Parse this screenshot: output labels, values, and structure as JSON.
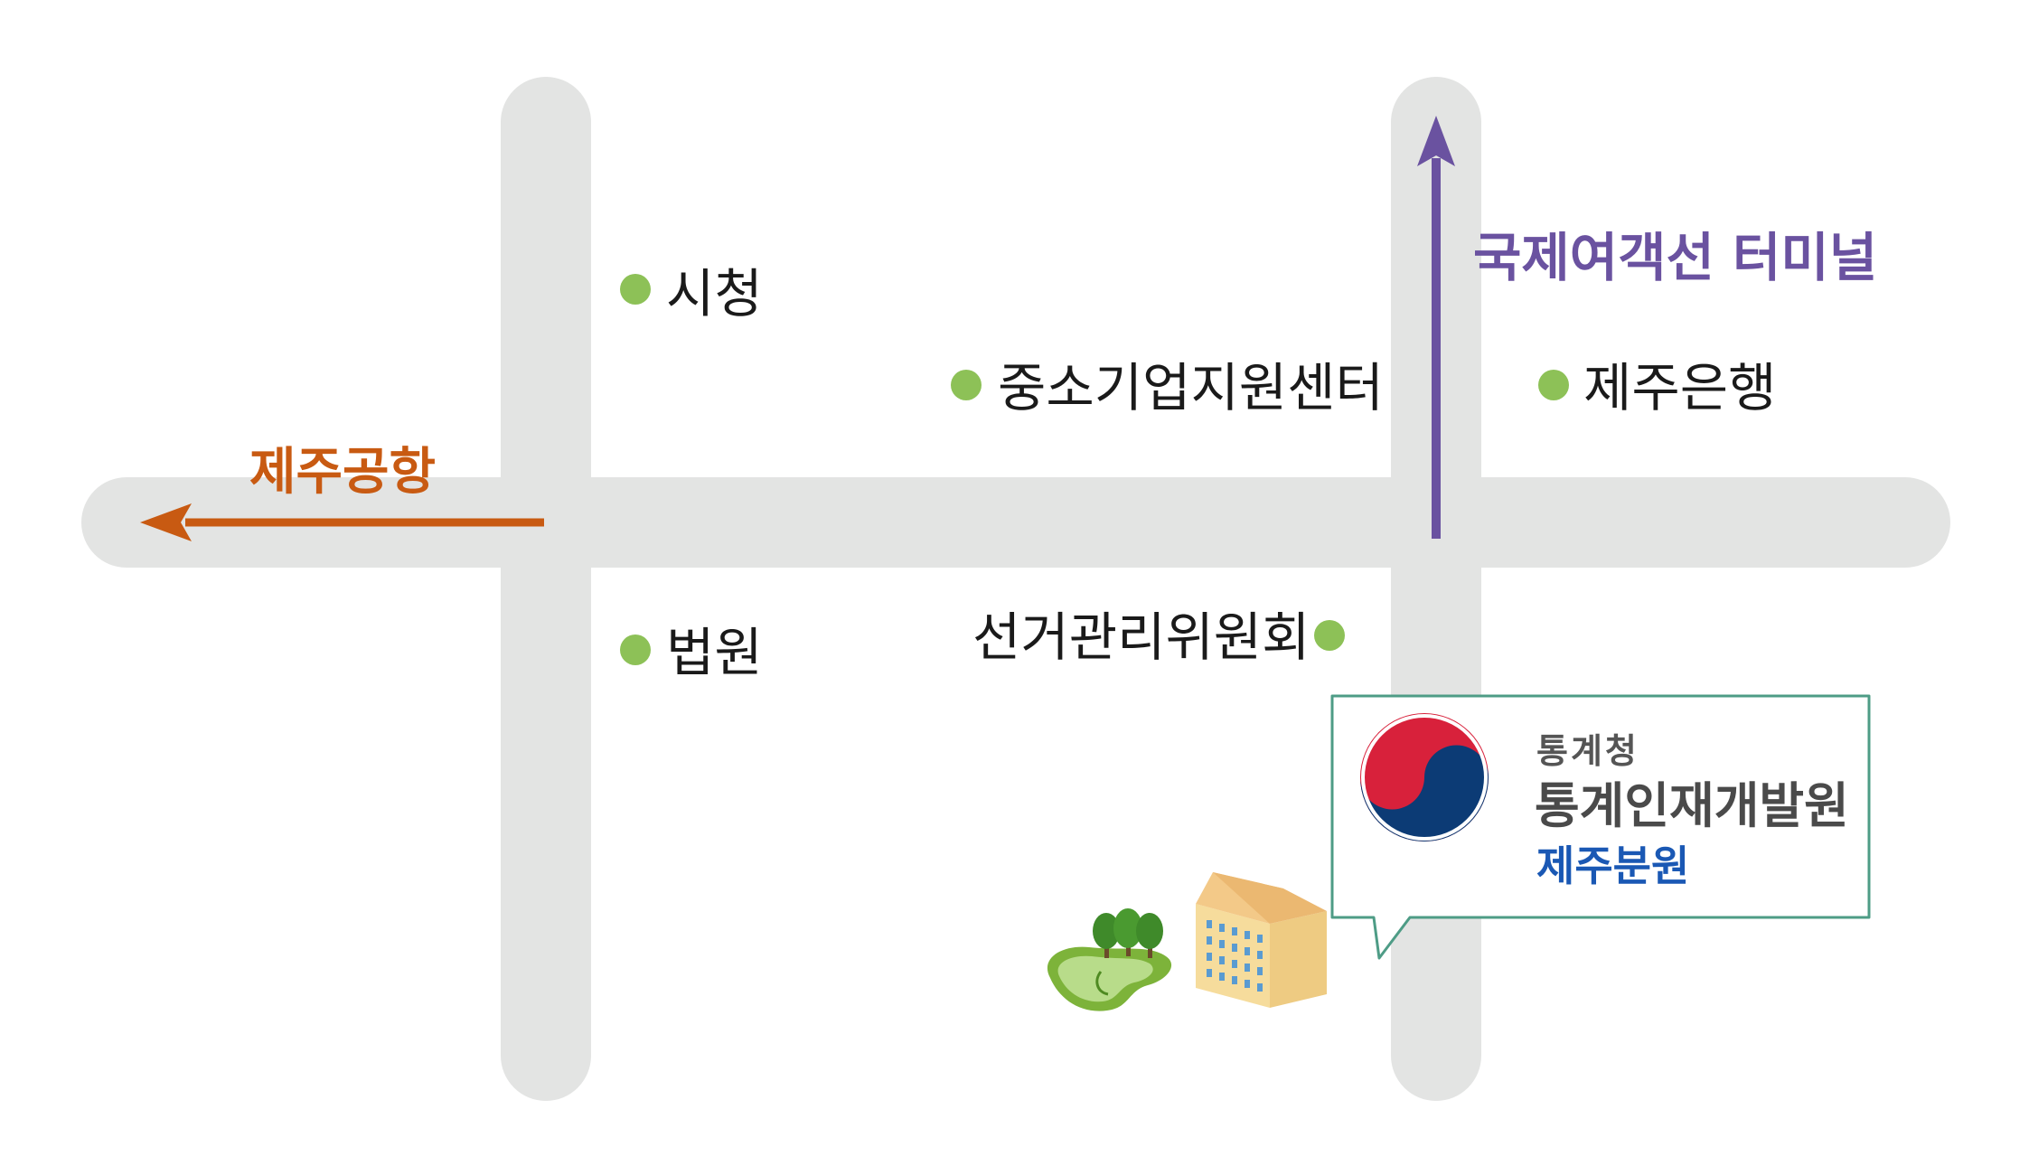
{
  "map": {
    "colors": {
      "road": "#e3e4e3",
      "poi_dot": "#8dc157",
      "airport_arrow": "#c85a12",
      "terminal_arrow": "#6a52a0",
      "callout_border": "#4e9c86",
      "branch_text": "#1a58b4"
    },
    "pois": {
      "city_hall": "시청",
      "sme_center": "중소기업지원센터",
      "jeju_bank": "제주은행",
      "court": "법원",
      "election_commission": "선거관리위원회"
    },
    "directions": {
      "airport": "제주공항",
      "ferry_terminal": "국제여객선 터미널"
    },
    "callout": {
      "ministry": "통계청",
      "institute": "통계인재개발원",
      "branch": "제주분원",
      "logo_icon": "taegeuk-emblem-icon"
    },
    "illustrations": [
      "trees-pond-icon",
      "building-icon"
    ]
  }
}
